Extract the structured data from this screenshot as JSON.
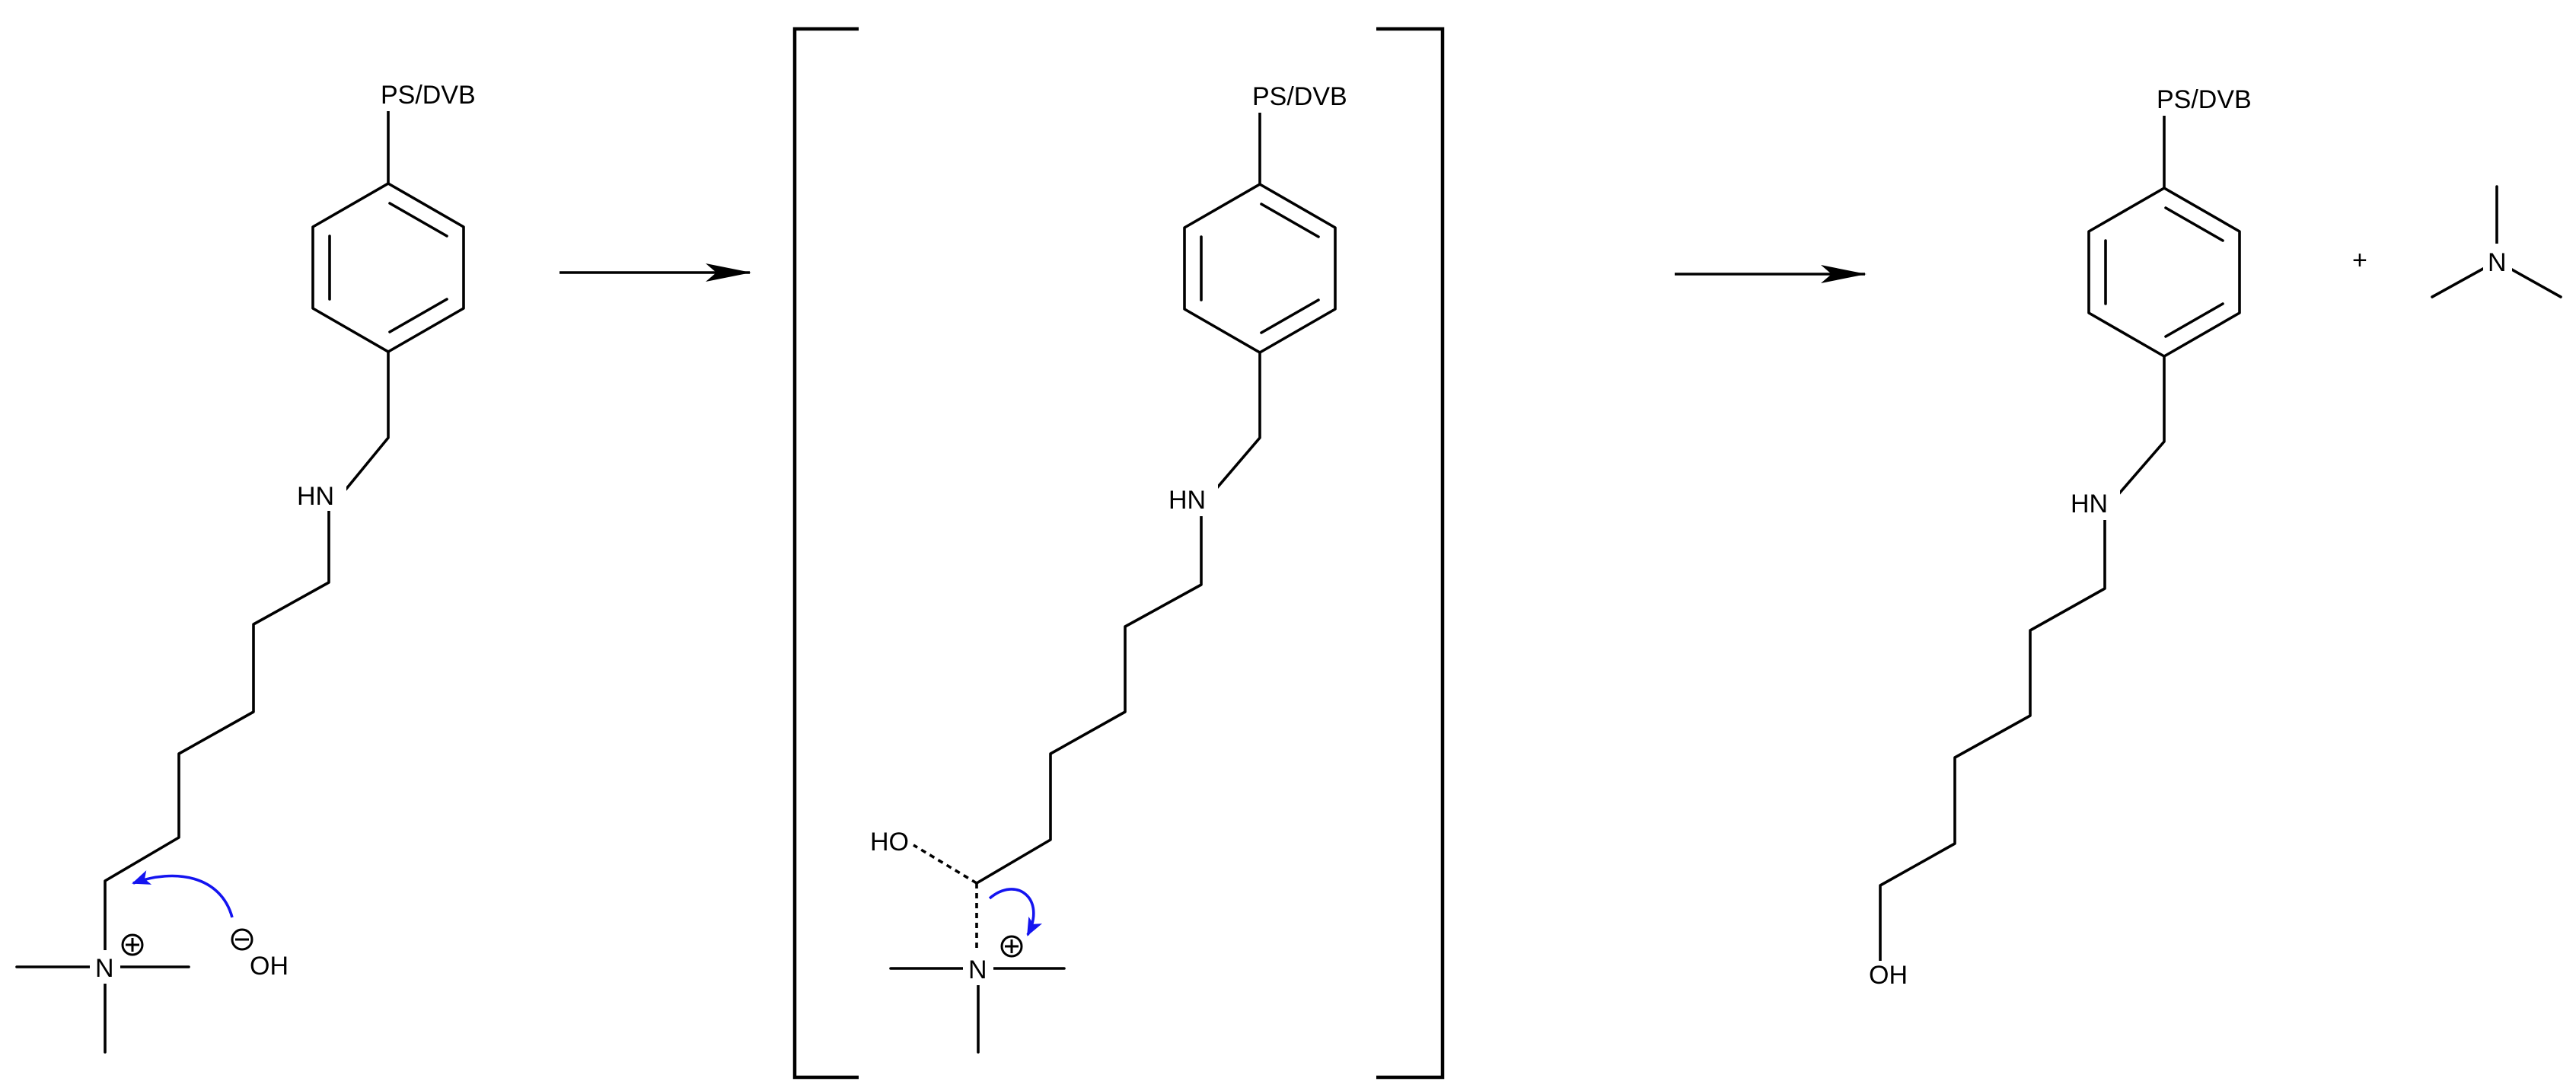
{
  "reactant": {
    "support": "PS/DVB",
    "amine": "HN",
    "counter_ion": "OH"
  },
  "intermediate": {
    "support": "PS/DVB",
    "amine": "HN",
    "hydroxyl": "HO"
  },
  "product": {
    "support": "PS/DVB",
    "amine": "HN",
    "hydroxyl": "OH",
    "plus": "+",
    "byproduct_atom": "N"
  },
  "atoms": {
    "nitrogen": "N"
  },
  "colors": {
    "bonds": "#000000",
    "electron_arrows": "#1414f0",
    "background": "#ffffff"
  }
}
